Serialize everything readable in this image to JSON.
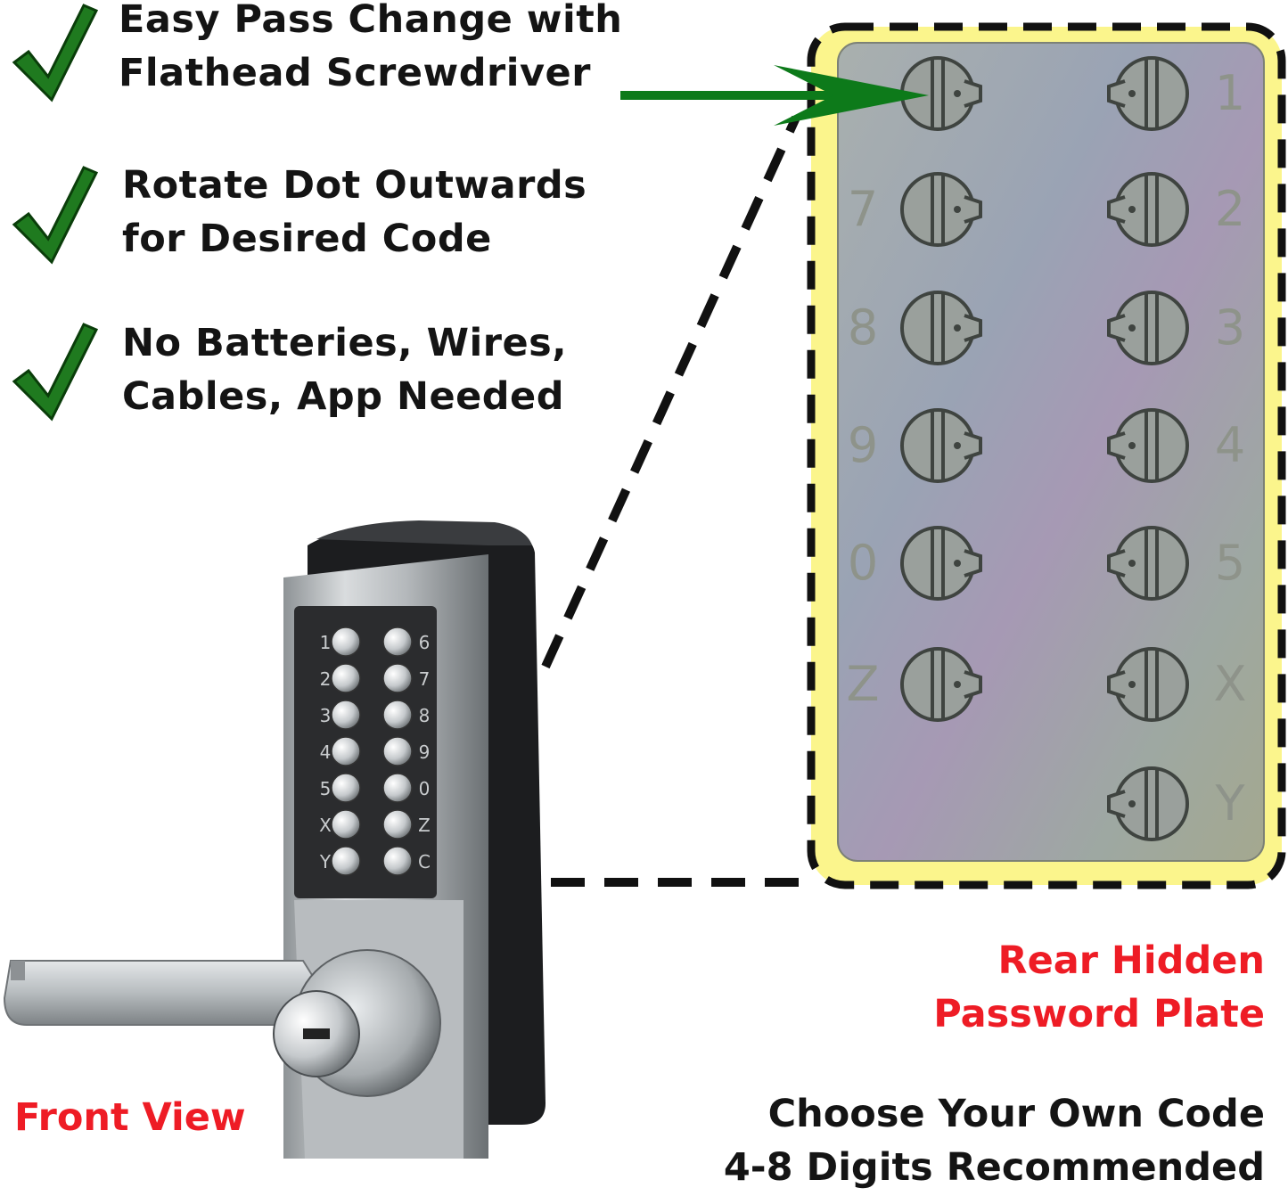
{
  "features": [
    {
      "line1": "Easy Pass Change with",
      "line2": "Flathead Screwdriver",
      "icon": "checkmark-icon"
    },
    {
      "line1": "Rotate Dot Outwards",
      "line2": "for Desired Code",
      "icon": "checkmark-icon"
    },
    {
      "line1": "No Batteries, Wires,",
      "line2": "Cables, App Needed",
      "icon": "checkmark-icon"
    }
  ],
  "rear_plate": {
    "label_line1": "Rear Hidden",
    "label_line2": "Password Plate",
    "left_column_marks": [
      "7",
      "8",
      "9",
      "0",
      "Z"
    ],
    "right_column_marks": [
      "1",
      "2",
      "3",
      "4",
      "5",
      "X",
      "Y"
    ]
  },
  "front_view": {
    "label": "Front View",
    "keypad_left": [
      "1",
      "2",
      "3",
      "4",
      "5",
      "X",
      "Y"
    ],
    "keypad_right": [
      "6",
      "7",
      "8",
      "9",
      "0",
      "Z",
      "C"
    ]
  },
  "code_note": {
    "line1": "Choose Your Own Code",
    "line2": "4-8 Digits Recommended"
  },
  "colors": {
    "check_green": "#1f7a1f",
    "arrow_green": "#0d7a1a",
    "label_red": "#ee1c25",
    "highlight_yellow": "#fbf58c"
  }
}
